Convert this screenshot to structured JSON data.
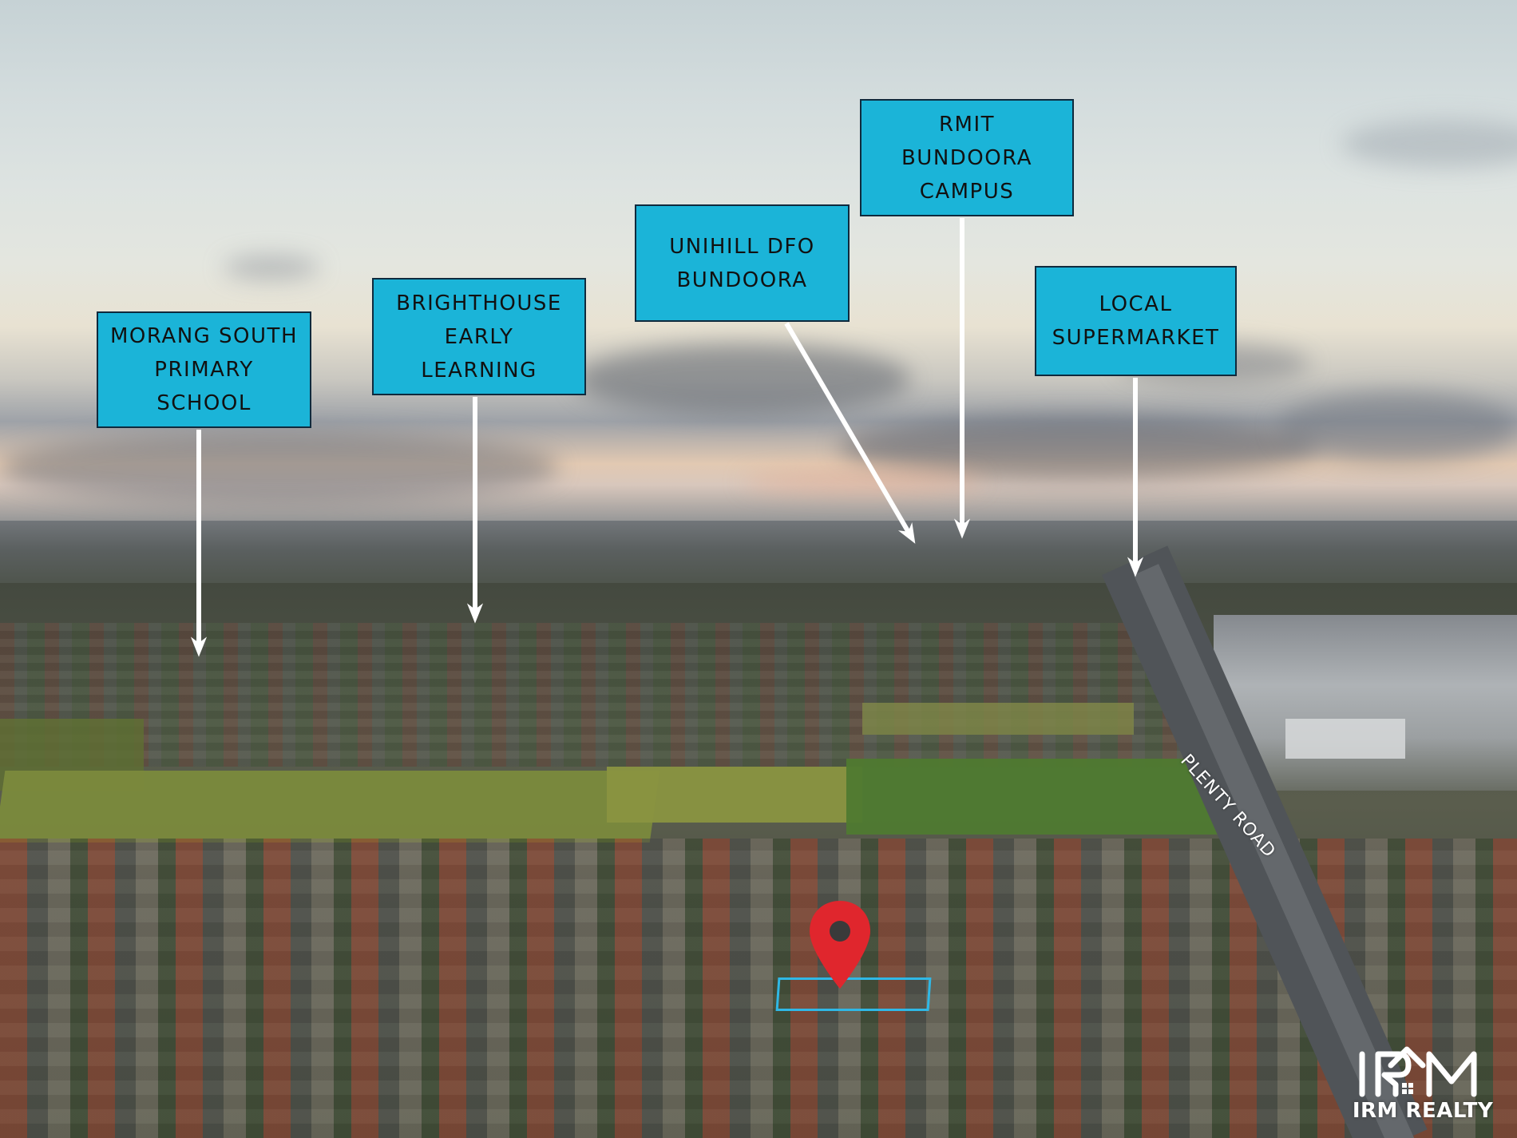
{
  "labels": {
    "morang": "Morang South\nPrimary\nSchool",
    "brighthouse": "Brighthouse\nEarly\nLearning",
    "unihill": "Unihill DFO\nBundoora",
    "rmit": "RMIT\nBundoora\nCampus",
    "supermarket": "Local\nSupermarket"
  },
  "road_label": "PLENTY ROAD",
  "logo": {
    "text": "IRM REALTY",
    "monogram": "IRM"
  },
  "colors": {
    "label_fill": "#1bb4d8",
    "label_border": "#0f2a3d",
    "pin": "#e0262d",
    "lot_outline": "#2fb8e6"
  },
  "icons": {
    "pin": "location-pin-icon",
    "logo": "irm-house-logo"
  }
}
